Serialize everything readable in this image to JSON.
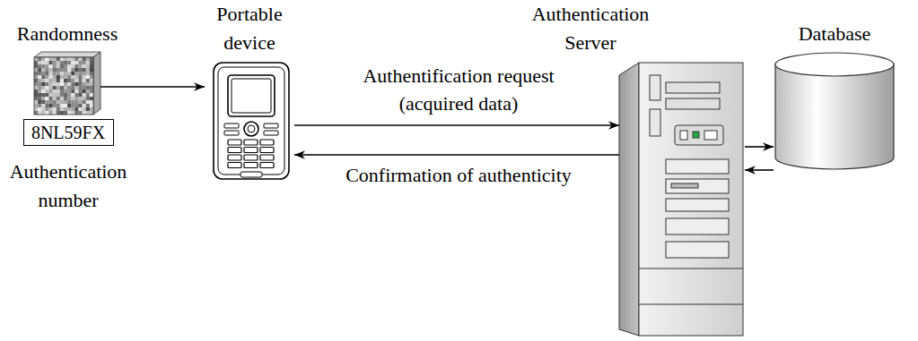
{
  "diagram": {
    "nodes": [
      {
        "text": [
          "Randomness"
        ]
      },
      {
        "text": [
          "8NL59FX",
          "Authentication number"
        ]
      },
      {
        "text": [
          "Portable device"
        ]
      },
      {
        "text": [
          "Authentication Server"
        ]
      },
      {
        "text": [
          "Database"
        ]
      }
    ],
    "edges": [
      {
        "from": 0,
        "to": 2,
        "arrow": "to"
      },
      {
        "from": 2,
        "to": 3,
        "label": "Authentification request (acquired data)",
        "arrow": "to"
      },
      {
        "from": 3,
        "to": 2,
        "label": "Confirmation of authenticity",
        "arrow": "to"
      },
      {
        "from": 3,
        "to": 4,
        "arrow": "to"
      },
      {
        "from": 4,
        "to": 3,
        "arrow": "to"
      }
    ]
  }
}
